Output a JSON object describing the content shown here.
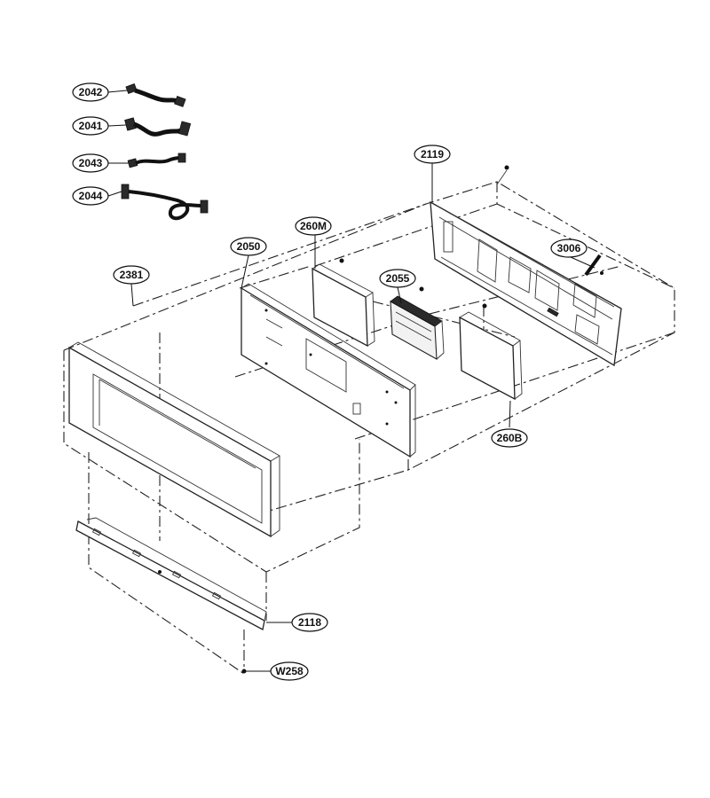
{
  "callouts": {
    "c2042": "2042",
    "c2041": "2041",
    "c2043": "2043",
    "c2044": "2044",
    "c2119": "2119",
    "c260M": "260M",
    "c2050": "2050",
    "c3006": "3006",
    "c2055": "2055",
    "c2381": "2381",
    "c260B": "260B",
    "c2118": "2118",
    "cW258": "W258"
  }
}
